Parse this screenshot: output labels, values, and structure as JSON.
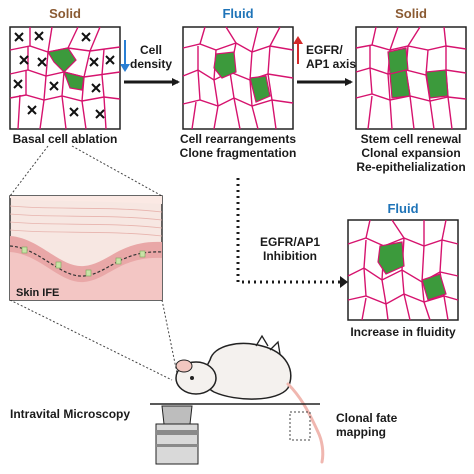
{
  "panels": {
    "solid_initial": {
      "state_label": "Solid",
      "caption": "Basal cell ablation"
    },
    "fluid_middle": {
      "state_label": "Fluid",
      "caption_lines": [
        "Cell rearrangements",
        "Clone fragmentation"
      ]
    },
    "solid_final": {
      "state_label": "Solid",
      "caption_lines": [
        "Stem cell renewal",
        "Clonal expansion",
        "Re-epithelialization"
      ]
    },
    "fluid_inhibited": {
      "state_label": "Fluid",
      "caption": "Increase in fluidity"
    }
  },
  "arrows": {
    "ablation_to_fluid": {
      "label_lines": [
        "Cell",
        "density"
      ],
      "indicator": "down-arrow",
      "indicator_color": "#2a7fd4"
    },
    "fluid_to_solid": {
      "label_lines": [
        "EGFR/",
        "AP1 axis"
      ],
      "indicator": "up-arrow",
      "indicator_color": "#d42a2a"
    },
    "inhibition": {
      "label_lines": [
        "EGFR/AP1",
        "Inhibition"
      ]
    }
  },
  "skin": {
    "label": "Skin IFE"
  },
  "bottom": {
    "microscopy_label": "Intravital Microscopy",
    "fate_label_lines": [
      "Clonal fate",
      "mapping"
    ]
  },
  "colors": {
    "membrane": "#d6136e",
    "clone": "#3c9a3c",
    "solid_label": "#8a5a32",
    "fluid_label": "#1f74b8"
  }
}
